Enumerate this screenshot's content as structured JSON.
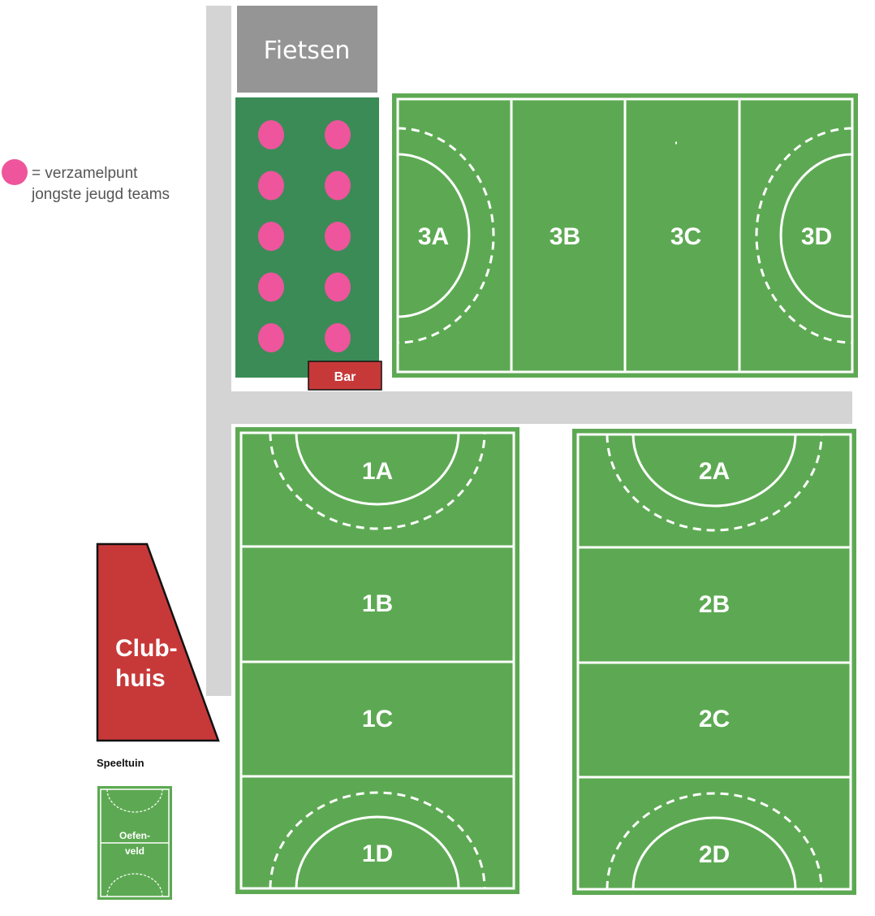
{
  "legend": {
    "line1": "= verzamelpunt",
    "line2": "jongste jeugd teams"
  },
  "labels": {
    "fietsen": "Fietsen",
    "bar": "Bar",
    "clubhuis_line1": "Club-",
    "clubhuis_line2": "huis",
    "speeltuin": "Speeltuin",
    "oefenveld_line1": "Oefen-",
    "oefenveld_line2": "veld"
  },
  "fields": {
    "f3a": "3A",
    "f3b": "3B",
    "f3c": "3C",
    "f3d": "3D",
    "f1a": "1A",
    "f1b": "1B",
    "f1c": "1C",
    "f1d": "1D",
    "f2a": "2A",
    "f2b": "2B",
    "f2c": "2C",
    "f2d": "2D"
  },
  "colors": {
    "field_green": "#5da953",
    "dark_green": "#3b8b57",
    "path_grey": "#d4d4d4",
    "fietsen_grey": "#959595",
    "clubhuis_red": "#c73939",
    "bar_red": "#c73939",
    "dot_pink": "#ee559c"
  },
  "meeting_point_count": 10
}
